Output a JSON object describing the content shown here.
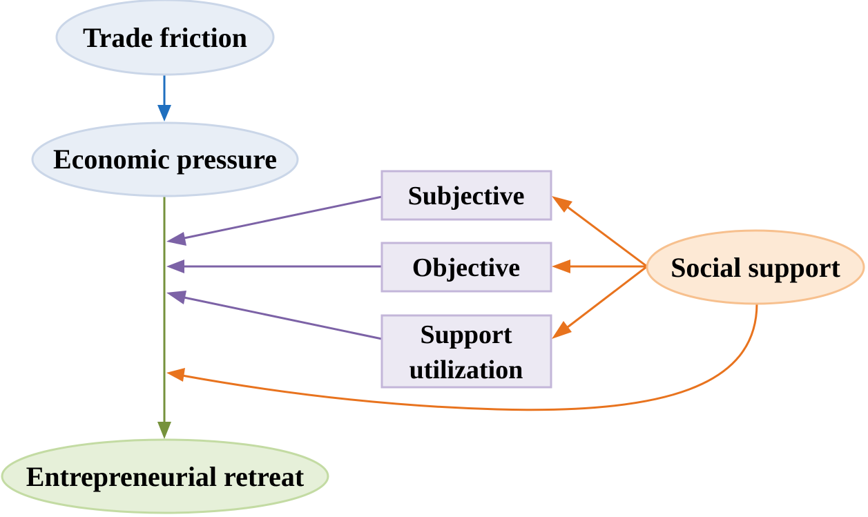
{
  "nodes": {
    "trade_friction": "Trade friction",
    "economic_pressure": "Economic pressure",
    "entrepreneurial_retreat": "Entrepreneurial retreat",
    "social_support": "Social support",
    "subjective": "Subjective",
    "objective": "Objective",
    "support_utilization_line1": "Support",
    "support_utilization_line2": "utilization"
  },
  "colors": {
    "ellipse_blue_fill": "#e8eef6",
    "ellipse_blue_stroke": "#cad6e8",
    "ellipse_green_fill": "#e6f0d9",
    "ellipse_green_stroke": "#c3dba3",
    "ellipse_orange_fill": "#fde9d5",
    "ellipse_orange_stroke": "#f7c08e",
    "box_fill": "#ece9f3",
    "box_stroke": "#c3b6d9",
    "arrow_blue": "#1f6fbf",
    "arrow_green": "#76923c",
    "arrow_purple": "#7c62a6",
    "arrow_orange": "#e8731e"
  }
}
